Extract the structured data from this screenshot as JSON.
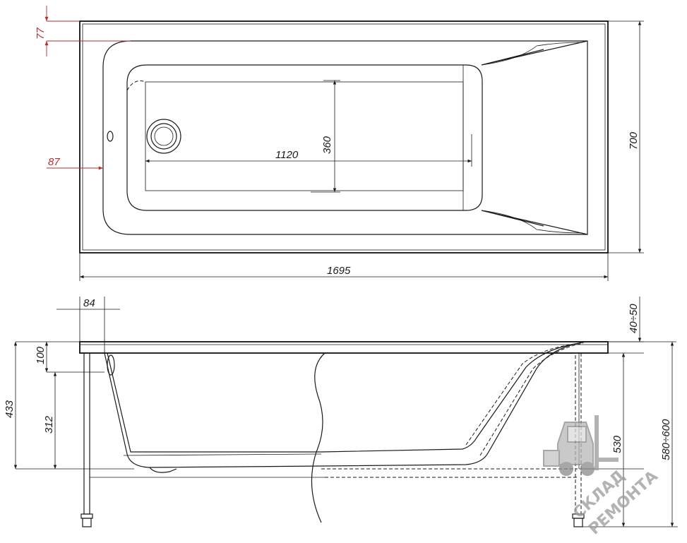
{
  "top_view": {
    "dim_lip": "77",
    "dim_side": "87",
    "dim_bottom_length": "1120",
    "dim_bottom_width": "360",
    "dim_width": "700",
    "dim_length": "1695"
  },
  "side_view": {
    "dim_rim_offset": "84",
    "dim_rim_height": "40÷50",
    "dim_rim_to_overflow": "100",
    "dim_depth": "433",
    "dim_overflow_height": "312",
    "dim_leg_height": "530",
    "dim_total_height": "580÷600"
  },
  "watermark": {
    "line1": "СКЛАД",
    "line2": "РЕМОНТА",
    "icon": "forklift-icon"
  },
  "colors": {
    "line": "#1a1a1a",
    "accent_dimension": "#b03030",
    "watermark": "#9a9a9a"
  }
}
